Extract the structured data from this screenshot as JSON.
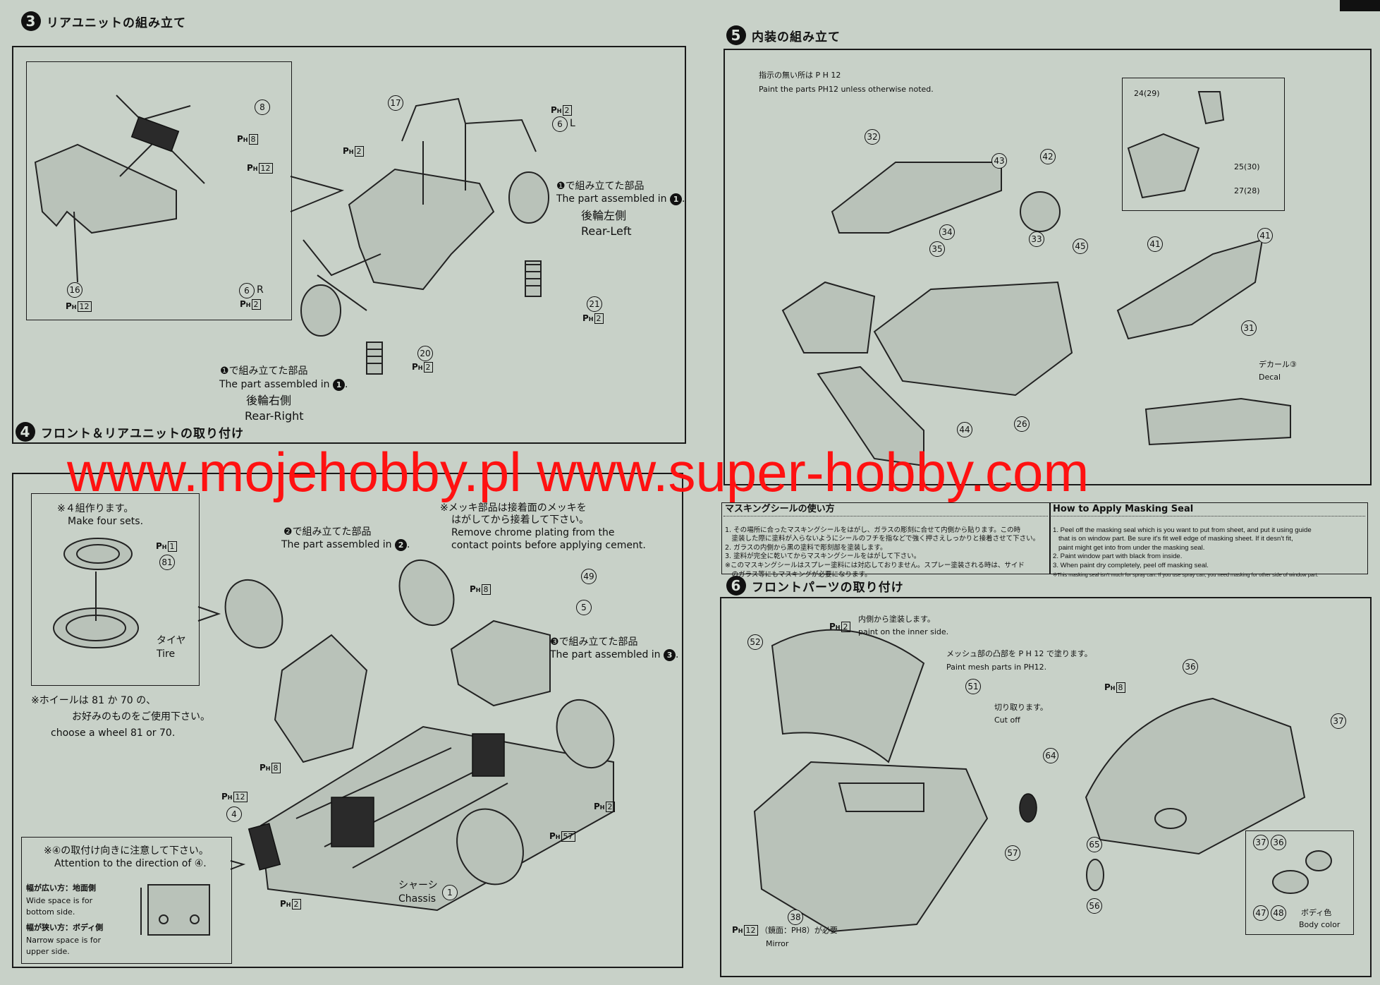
{
  "watermark": "www.mojehobby.pl www.super-hobby.com",
  "step3": {
    "num": "3",
    "title": "リアユニットの組み立て",
    "parts": {
      "p8": "8",
      "p16": "16",
      "p17": "17",
      "p6l": "6",
      "p6l_side": "L",
      "p6r": "6",
      "p6r_side": "R",
      "p21": "21",
      "p20": "20"
    },
    "paint": {
      "a": "8",
      "b": "12",
      "c": "12",
      "d": "2",
      "e": "2",
      "f": "2",
      "g": "2",
      "h": "2"
    },
    "left_note": {
      "jp": "で組み立てた部品",
      "en": "The part assembled in",
      "ref": "1",
      "side_jp": "後輪左側",
      "side_en": "Rear-Left"
    },
    "right_note": {
      "jp": "で組み立てた部品",
      "en": "The part assembled in",
      "ref": "1",
      "side_jp": "後輪右側",
      "side_en": "Rear-Right"
    }
  },
  "step4": {
    "num": "4",
    "title": "フロント＆リアユニットの取り付け",
    "sets_jp": "※４組作ります。",
    "sets_en": "Make four sets.",
    "wheel_part": "81",
    "wheel_paint": "1",
    "tire_jp": "タイヤ",
    "tire_en": "Tire",
    "wheel_note_jp1": "※ホイールは 81 か 70 の、",
    "wheel_note_jp2": "お好みのものをご使用下さい。",
    "wheel_note_en": "choose a wheel 81 or 70.",
    "note2_jp": "で組み立てた部品",
    "note2_en": "The part assembled in",
    "note2_ref": "2",
    "chrome_jp1": "※メッキ部品は接着面のメッキを",
    "chrome_jp2": "はがしてから接着して下さい。",
    "chrome_en1": "Remove chrome plating from the",
    "chrome_en2": "contact points before applying cement.",
    "note3_jp": "で組み立てた部品",
    "note3_en": "The part assembled in",
    "note3_ref": "3",
    "parts": {
      "p49": "49",
      "p5": "5",
      "p4": "4",
      "chassis": "1"
    },
    "paint": {
      "a": "8",
      "b": "8",
      "c": "12",
      "d": "2",
      "e": "57",
      "f": "2"
    },
    "chassis_jp": "シャーシ",
    "chassis_en": "Chassis",
    "attention_jp": "※④の取付け向きに注意して下さい。",
    "attention_en": "Attention to the direction of ④.",
    "wide_jp": "幅が広い方：地面側",
    "wide_en1": "Wide space is for",
    "wide_en2": "bottom side.",
    "narrow_jp": "幅が狭い方：ボディ側",
    "narrow_en1": "Narrow space is for",
    "narrow_en2": "upper side."
  },
  "step5": {
    "num": "5",
    "title": "内装の組み立て",
    "paint_jp": "指示の無い所は P H 12",
    "paint_en": "Paint the parts PH12 unless otherwise noted.",
    "parts": {
      "p32": "32",
      "p43": "43",
      "p42": "42",
      "p34": "34",
      "p33": "33",
      "p35": "35",
      "p45": "45",
      "p24": "24(29)",
      "p25": "25(30)",
      "p27": "27(28)",
      "p41a": "41",
      "p41b": "41",
      "p31": "31",
      "p26": "26",
      "p44": "44"
    },
    "decal_jp": "デカール③",
    "decal_en": "Decal"
  },
  "masking": {
    "jp_title": "マスキングシールの使い方",
    "jp_lines": [
      "1. その場所に合ったマスキングシールをはがし、ガラスの彫刻に合せて内側から貼ります。この時",
      "　塗装した際に塗料が入らないようにシールのフチを指などで強く押さえしっかりと接着させて下さい。",
      "2. ガラスの内側から黒の塗料で彫刻部を塗装します。",
      "3. 塗料が完全に乾いてからマスキングシールをはがして下さい。",
      "※このマスキングシールはスプレー塗料には対応しておりません。スプレー塗装される時は、サイド",
      "　のガラス等にもマスキングが必要になります。"
    ],
    "en_title": "How to Apply Masking Seal",
    "en_lines": [
      "1. Peel off the masking seal which is you want to put from sheet, and put it using guide",
      "   that is on window part. Be sure it's fit well edge of masking sheet. If it desn't fit,",
      "   paint might get into from under the masking seal.",
      "2. Paint window part with black from inside.",
      "3. When paint dry completely, peel off masking seal.",
      "※This masking seal isn't much for spray can. If you use spray can, you need masking for other side of window part."
    ]
  },
  "step6": {
    "num": "6",
    "title": "フロントパーツの取り付け",
    "inner_jp": "内側から塗装します。",
    "inner_en": "paint on the inner side.",
    "mesh_jp": "メッシュ部の凸部を P H 12 で塗ります。",
    "mesh_en": "Paint mesh parts in PH12.",
    "cut_jp": "切り取ります。",
    "cut_en": "Cut off",
    "parts": {
      "p52": "52",
      "p51": "51",
      "p36": "36",
      "p37": "37",
      "p64": "64",
      "p57": "57",
      "p65": "65",
      "p56": "56",
      "p38": "38",
      "p37b": "37",
      "p36b": "36",
      "p47": "47",
      "p48": "48"
    },
    "paint": {
      "a": "2",
      "b": "8",
      "c": "12"
    },
    "mirror_jp": "（鏡面：PH8）が必要",
    "mirror_en": "Mirror",
    "body_jp": "ボディ色",
    "body_en": "Body color"
  }
}
